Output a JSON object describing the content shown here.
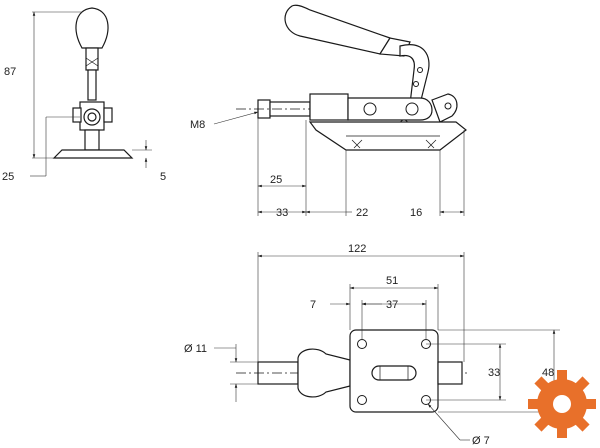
{
  "dimensions": {
    "side_height": "87",
    "side_base_offset": "25",
    "side_base_height": "5",
    "thread": "M8",
    "plunger_stroke": "25",
    "front_plunger": "33",
    "front_mid": "22",
    "front_right": "16",
    "top_overall": "122",
    "top_51": "51",
    "top_7": "7",
    "top_37": "37",
    "plunger_diameter": "Ø 11",
    "base_33": "33",
    "base_48": "48",
    "hole_diameter": "Ø 7"
  },
  "colors": {
    "line": "#1a1a1a",
    "logo": "#e8702a"
  },
  "logo": {
    "icon": "gear-icon"
  }
}
